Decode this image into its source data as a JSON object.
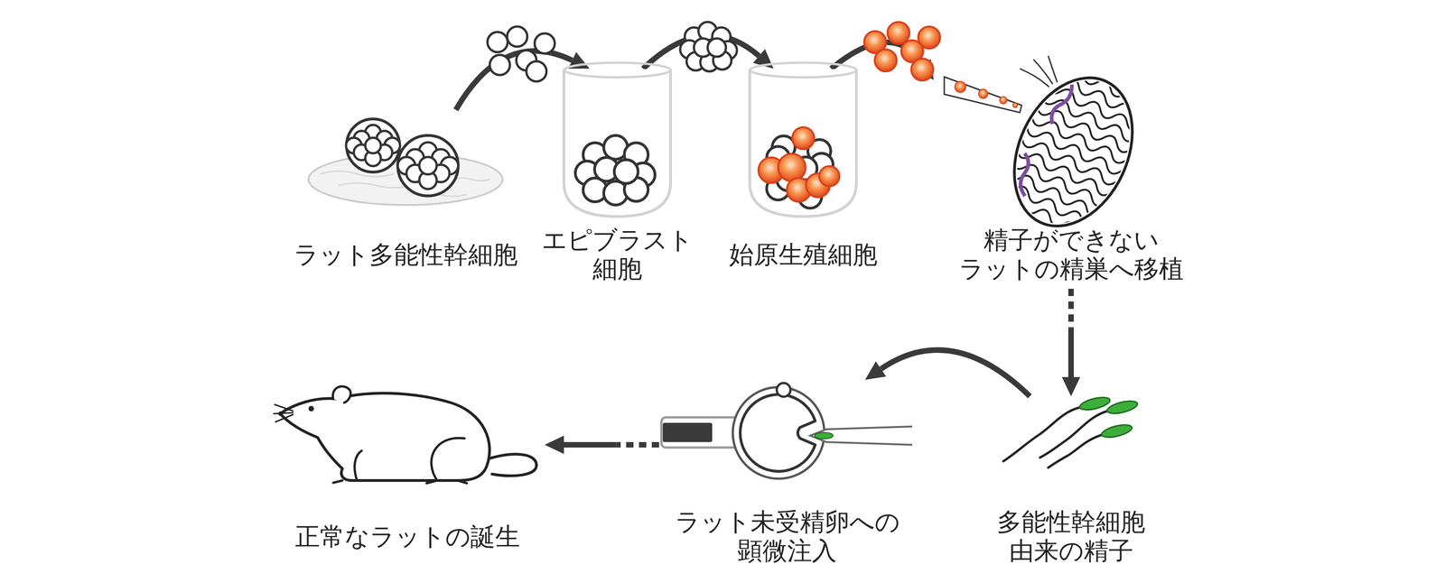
{
  "diagram": {
    "nodes": [
      {
        "text": [
          "ラット多能性幹細胞"
        ]
      },
      {
        "text": [
          "エピブラスト 細胞"
        ]
      },
      {
        "text": [
          "始原生殖細胞"
        ]
      },
      {
        "text": [
          "精子ができない ラットの精巣へ移植"
        ]
      },
      {
        "text": [
          "多能性幹細胞 由来の精子"
        ]
      },
      {
        "text": [
          "ラット未受精卵への 顕微注入"
        ]
      },
      {
        "text": [
          "正常なラットの誕生"
        ]
      }
    ],
    "edges": [
      {
        "from": 0,
        "to": 1,
        "arrow": "to"
      },
      {
        "from": 1,
        "to": 2,
        "arrow": "to"
      },
      {
        "from": 2,
        "to": 3,
        "arrow": "to"
      },
      {
        "from": 3,
        "to": 4,
        "arrow": "to"
      },
      {
        "from": 4,
        "to": 5,
        "arrow": "to"
      },
      {
        "from": 5,
        "to": 6,
        "arrow": "to"
      }
    ]
  }
}
